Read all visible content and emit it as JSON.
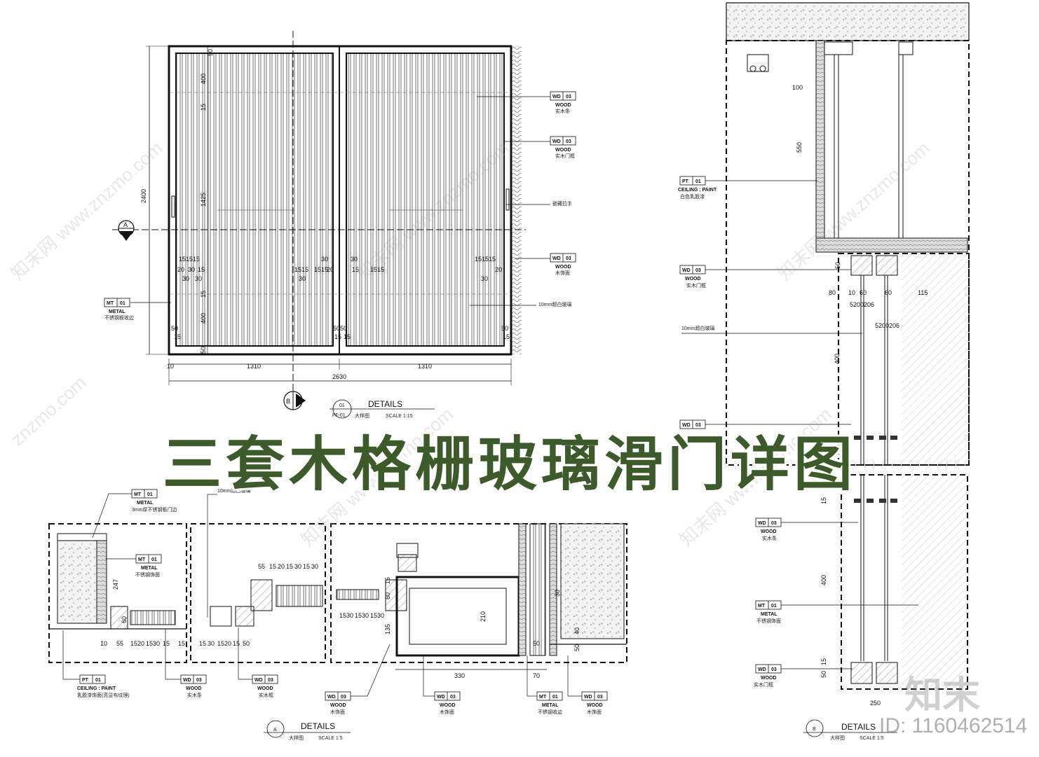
{
  "title": "三套木格栅玻璃滑门详图",
  "watermark": {
    "logo": "知末",
    "id": "ID: 1160462514",
    "site": "www.znzmo.com",
    "site_alt": "znzmo.com",
    "brand": "知末网"
  },
  "elevation": {
    "dims_top": [
      "50",
      "400",
      "15",
      "1425",
      "15",
      "400",
      "50"
    ],
    "height": "2400",
    "dims_bottom": [
      "10",
      "1310",
      "1310",
      "2630"
    ],
    "small_dims": [
      "50",
      "50",
      "50",
      "50",
      "15",
      "15",
      "15",
      "15"
    ],
    "mullion_dims": [
      "151515",
      "20",
      "30",
      "30",
      "15",
      "30",
      "1515",
      "1515",
      "20",
      "30",
      "30",
      "30",
      "15",
      "1515",
      "151515",
      "20",
      "30"
    ],
    "section_a": "A",
    "section_b": "B",
    "callouts": [
      {
        "code": "WD",
        "num": "03",
        "material": "WOOD",
        "desc": "实木条"
      },
      {
        "code": "WD",
        "num": "03",
        "material": "WOOD",
        "desc": "实木门框"
      },
      {
        "code": "",
        "num": "",
        "material": "",
        "desc": "嵌藏拉手"
      },
      {
        "code": "WD",
        "num": "03",
        "material": "WOOD",
        "desc": "木饰面"
      },
      {
        "code": "",
        "num": "",
        "material": "",
        "desc": "10mm超白玻璃"
      },
      {
        "code": "MT",
        "num": "01",
        "material": "METAL",
        "desc": "不锈钢板收边"
      }
    ],
    "detail_label": {
      "num": "01",
      "ref": "FF-01",
      "title": "DETAILS",
      "cn": "大样图",
      "scale": "SCALE  1:15"
    }
  },
  "section_b_view": {
    "dims": [
      "100",
      "550",
      "50",
      "80",
      "10",
      "60",
      "60",
      "115",
      "5200206",
      "5200206",
      "400",
      "15",
      "15",
      "400",
      "15",
      "50",
      "250"
    ],
    "callouts": [
      {
        "code": "PT",
        "num": "01",
        "material": "CEILING : PAINT",
        "desc": "白色乳胶漆"
      },
      {
        "code": "WD",
        "num": "03",
        "material": "WOOD",
        "desc": "实木门框"
      },
      {
        "code": "",
        "num": "",
        "material": "",
        "desc": "10mm超白玻璃"
      },
      {
        "code": "WD",
        "num": "03",
        "material": "",
        "desc": ""
      },
      {
        "code": "WD",
        "num": "03",
        "material": "WOOD",
        "desc": "实木条"
      },
      {
        "code": "MT",
        "num": "01",
        "material": "METAL",
        "desc": "不锈钢饰面"
      },
      {
        "code": "WD",
        "num": "03",
        "material": "WOOD",
        "desc": "实木门框"
      }
    ],
    "detail_label": {
      "letter": "B",
      "title": "DETAILS",
      "cn": "大样图",
      "scale": "SCALE  1:5"
    }
  },
  "section_a_view": {
    "dims": [
      "247",
      "60",
      "10",
      "55",
      "15",
      "20",
      "15",
      "30",
      "15",
      "15",
      "55",
      "15",
      "20",
      "15",
      "30",
      "15",
      "30",
      "15",
      "30",
      "15",
      "20",
      "15",
      "50",
      "15",
      "30",
      "15",
      "30",
      "15",
      "30",
      "15",
      "60",
      "135",
      "210",
      "330",
      "70",
      "50",
      "40",
      "50",
      "30"
    ],
    "callouts": [
      {
        "code": "MT",
        "num": "01",
        "material": "METAL",
        "desc": "3mm厚不锈钢板门边"
      },
      {
        "code": "",
        "num": "",
        "material": "",
        "desc": "10mm超白玻璃"
      },
      {
        "code": "MT",
        "num": "01",
        "material": "METAL",
        "desc": "不锈钢饰面"
      },
      {
        "code": "PT",
        "num": "01",
        "material": "CEILING : PAINT",
        "desc": "乳胶漆饰面(亮显布纹理)"
      },
      {
        "code": "WD",
        "num": "03",
        "material": "WOOD",
        "desc": "实木条"
      },
      {
        "code": "WD",
        "num": "03",
        "material": "WOOD",
        "desc": "实木框"
      },
      {
        "code": "WD",
        "num": "03",
        "material": "WOOD",
        "desc": "木饰面"
      },
      {
        "code": "WD",
        "num": "03",
        "material": "WOOD",
        "desc": "木饰面"
      },
      {
        "code": "MT",
        "num": "01",
        "material": "METAL",
        "desc": "不锈钢收边"
      },
      {
        "code": "WD",
        "num": "03",
        "material": "WOOD",
        "desc": "木饰面"
      }
    ],
    "detail_label": {
      "letter": "A",
      "title": "DETAILS",
      "cn": "大样图",
      "scale": "SCALE  1:5"
    }
  }
}
